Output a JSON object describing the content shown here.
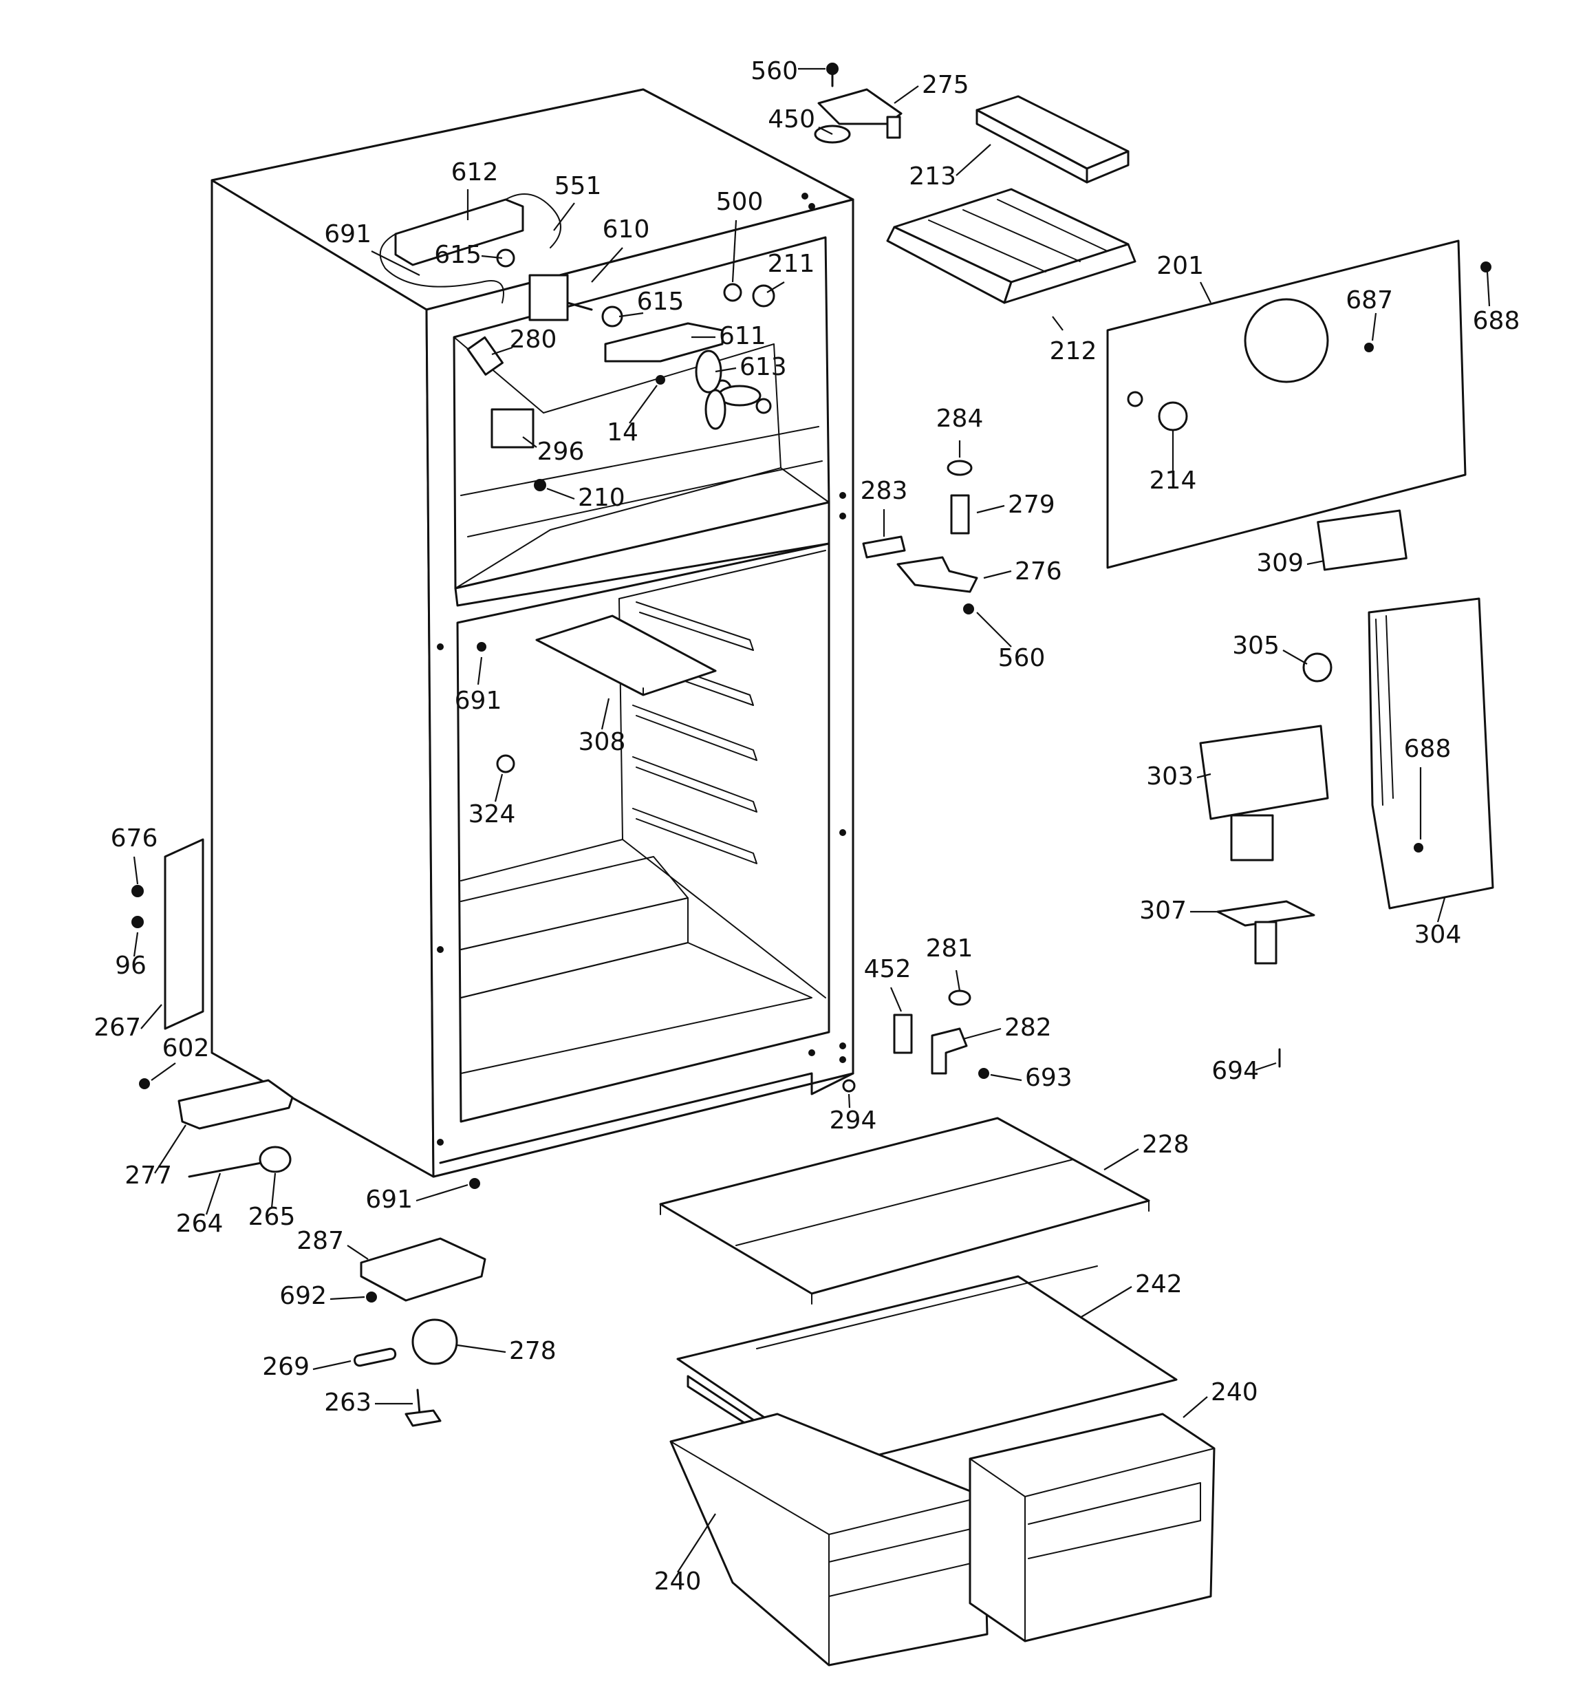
{
  "labels": [
    "560",
    "275",
    "450",
    "213",
    "612",
    "551",
    "691",
    "615",
    "610",
    "500",
    "211",
    "615",
    "280",
    "611",
    "613",
    "14",
    "296",
    "210",
    "212",
    "201",
    "687",
    "688",
    "214",
    "284",
    "283",
    "279",
    "276",
    "560",
    "309",
    "305",
    "688",
    "303",
    "304",
    "307",
    "691",
    "308",
    "324",
    "676",
    "96",
    "267",
    "602",
    "277",
    "264",
    "265",
    "691",
    "294",
    "452",
    "281",
    "282",
    "693",
    "694",
    "228",
    "287",
    "692",
    "269",
    "278",
    "263",
    "242",
    "240",
    "240"
  ]
}
